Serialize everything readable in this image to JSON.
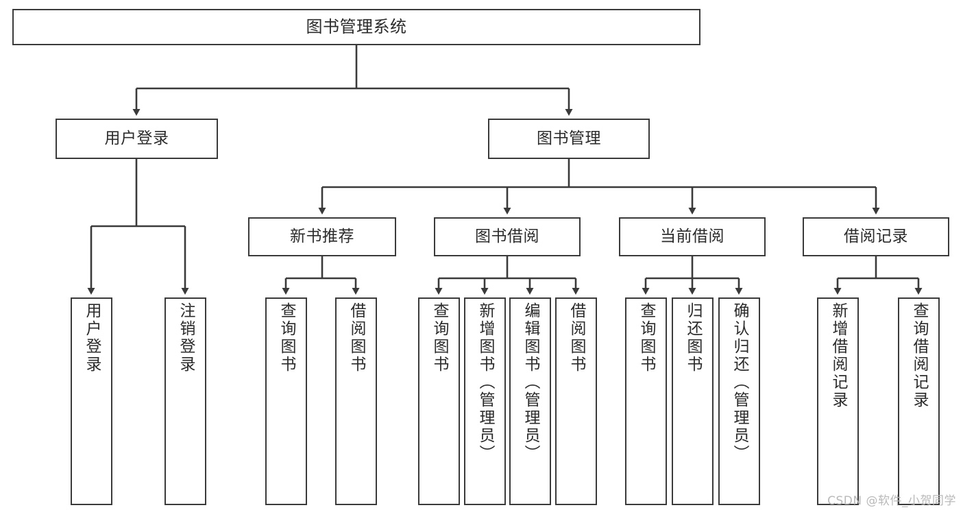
{
  "diagram": {
    "title": "图书管理系统",
    "type": "tree-hierarchy",
    "root": {
      "label": "图书管理系统"
    },
    "level2": [
      {
        "label": "用户登录"
      },
      {
        "label": "图书管理"
      }
    ],
    "level3": [
      {
        "label": "新书推荐"
      },
      {
        "label": "图书借阅"
      },
      {
        "label": "当前借阅"
      },
      {
        "label": "借阅记录"
      }
    ],
    "leaves": {
      "user_login": [
        {
          "label": "用户登录"
        },
        {
          "label": "注销登录"
        }
      ],
      "new_book_recommend": [
        {
          "label": "查询图书"
        },
        {
          "label": "借阅图书"
        }
      ],
      "book_borrow": [
        {
          "label": "查询图书"
        },
        {
          "label": "新增图书（管理员）"
        },
        {
          "label": "编辑图书（管理员）"
        },
        {
          "label": "借阅图书"
        }
      ],
      "current_borrow": [
        {
          "label": "查询图书"
        },
        {
          "label": "归还图书"
        },
        {
          "label": "确认归还（管理员）"
        }
      ],
      "borrow_records": [
        {
          "label": "新增借阅记录"
        },
        {
          "label": "查询借阅记录"
        }
      ]
    }
  },
  "watermark": {
    "text": "CSDN @软件_小贺同学"
  },
  "colors": {
    "stroke": "#3a3a3a",
    "text": "#2b2b2b",
    "background": "#ffffff",
    "watermark": "#b9b9b9"
  }
}
